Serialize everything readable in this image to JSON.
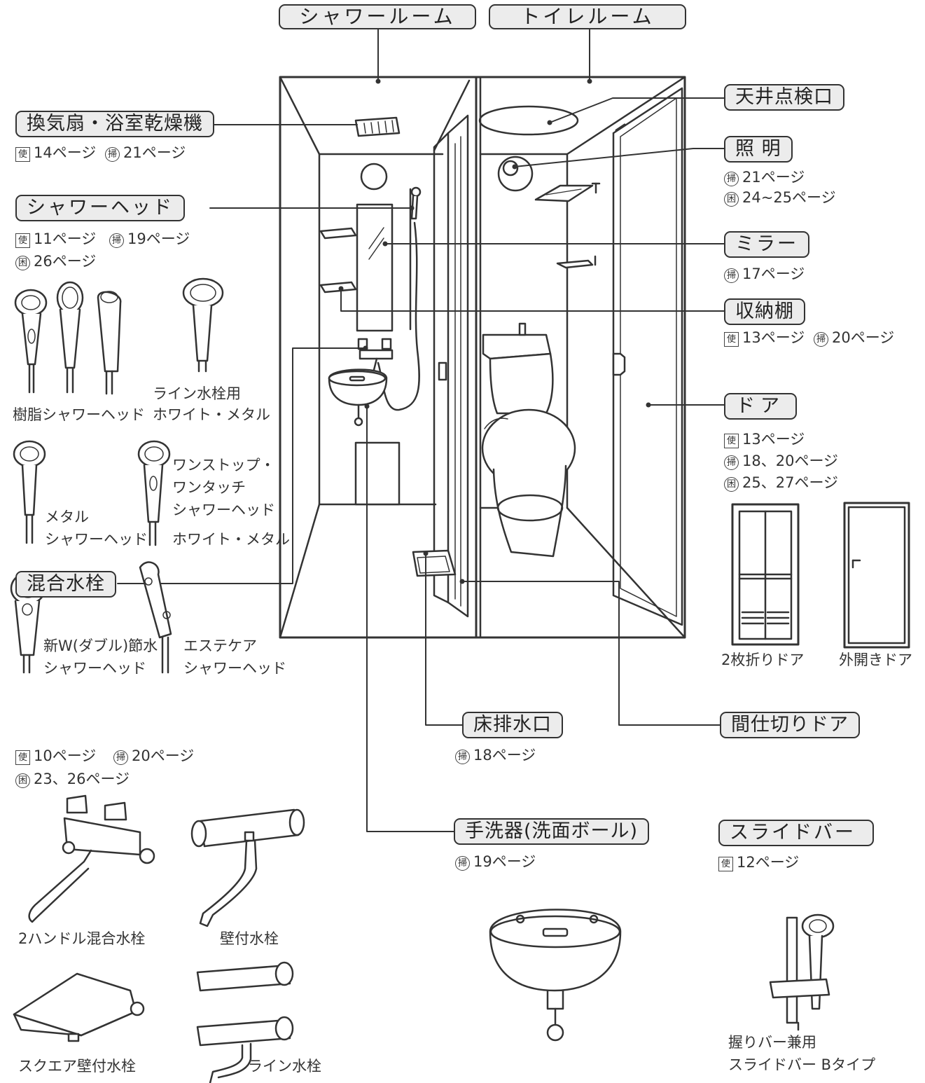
{
  "labels": {
    "shower_room": "シャワールーム",
    "toilet_room": "トイレルーム",
    "ceiling_hatch": "天井点検口",
    "fan_dryer": "換気扇・浴室乾燥機",
    "lighting": "照 明",
    "shower_head": "シャワーヘッド",
    "mirror": "ミラー",
    "shelf": "収納棚",
    "door": "ドア",
    "faucet": "混合水栓",
    "floor_drain": "床排水口",
    "partition_door": "間仕切りドア",
    "hand_basin": "手洗器(洗面ボール)",
    "slide_bar": "スライドバー"
  },
  "marks": {
    "use": "使",
    "clean": "掃",
    "trouble": "困"
  },
  "refs": {
    "fan_use": "14ページ",
    "fan_clean": "21ページ",
    "light_clean": "21ページ",
    "light_trouble": "24~25ページ",
    "shower_use": "11ページ",
    "shower_clean": "19ページ",
    "shower_trouble": "26ページ",
    "mirror_clean": "17ページ",
    "shelf_use": "13ページ",
    "shelf_clean": "20ページ",
    "door_use": "13ページ",
    "door_clean": "18、20ページ",
    "door_trouble": "25、27ページ",
    "faucet_use": "10ページ",
    "faucet_clean": "20ページ",
    "faucet_trouble": "23、26ページ",
    "drain_clean": "18ページ",
    "basin_clean": "19ページ",
    "slide_use": "12ページ"
  },
  "captions": {
    "resin_head": "樹脂シャワーヘッド",
    "line_faucet_head_1": "ライン水栓用",
    "line_faucet_head_2": "ホワイト・メタル",
    "metal_head_1": "メタル",
    "metal_head_2": "シャワーヘッド",
    "one_stop_1": "ワンストップ・",
    "one_stop_2": "ワンタッチ",
    "one_stop_3": "シャワーヘッド",
    "one_stop_4": "ホワイト・メタル",
    "new_w_1": "新W(ダブル)節水",
    "new_w_2": "シャワーヘッド",
    "estecare_1": "エステケア",
    "estecare_2": "シャワーヘッド",
    "two_fold_door": "2枚折りドア",
    "outward_door": "外開きドア",
    "two_handle": "2ハンドル混合水栓",
    "wall_faucet": "壁付水栓",
    "square_faucet": "スクエア壁付水栓",
    "line_faucet": "ライン水栓",
    "grip_bar_1": "握りバー兼用",
    "grip_bar_2": "スライドバー Bタイプ"
  }
}
